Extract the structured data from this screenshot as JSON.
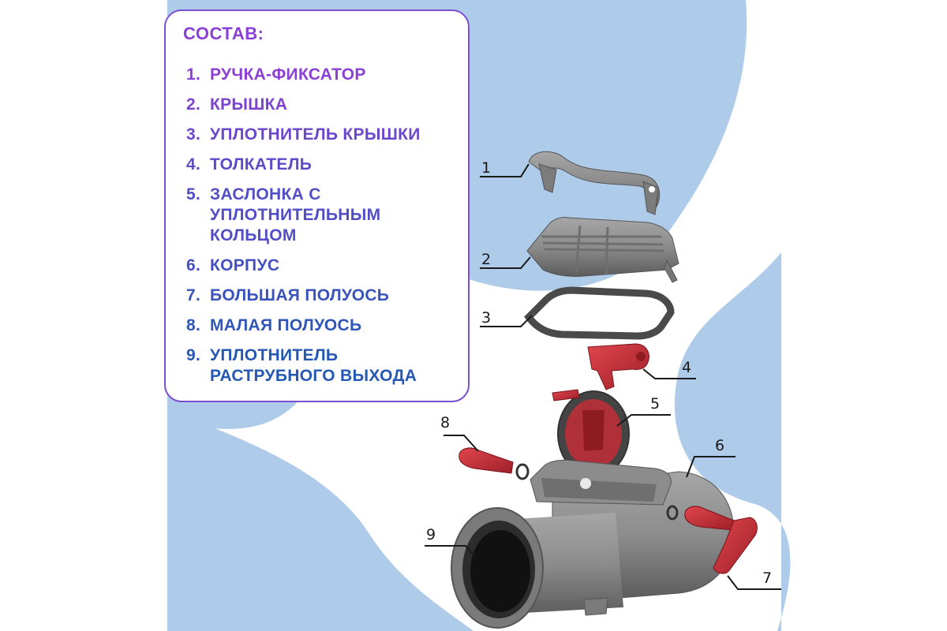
{
  "legend": {
    "title": "СОСТАВ:",
    "items": [
      {
        "num": "1.",
        "text": "РУЧКА-ФИКСАТОР"
      },
      {
        "num": "2.",
        "text": "КРЫШКА"
      },
      {
        "num": "3.",
        "text": "УПЛОТНИТЕЛЬ КРЫШКИ"
      },
      {
        "num": "4.",
        "text": "ТОЛКАТЕЛЬ"
      },
      {
        "num": "5.",
        "text": "ЗАСЛОНКА С\nУПЛОТНИТЕЛЬНЫМ\nКОЛЬЦОМ"
      },
      {
        "num": "6.",
        "text": "КОРПУС"
      },
      {
        "num": "7.",
        "text": "БОЛЬШАЯ ПОЛУОСЬ"
      },
      {
        "num": "8.",
        "text": "МАЛАЯ ПОЛУОСЬ"
      },
      {
        "num": "9.",
        "text": "УПЛОТНИТЕЛЬ\nРАСТРУБНОГО ВЫХОДА"
      }
    ]
  },
  "callouts": {
    "c1": "1",
    "c2": "2",
    "c3": "3",
    "c4": "4",
    "c5": "5",
    "c6": "6",
    "c7": "7",
    "c8": "8",
    "c9": "9"
  },
  "colors": {
    "background_blob": "#aecbe9",
    "legend_border": "#7a4fd0",
    "part_gray": "#8a8a8a",
    "part_red": "#c8323a",
    "gasket_dark": "#4a4a4a"
  }
}
